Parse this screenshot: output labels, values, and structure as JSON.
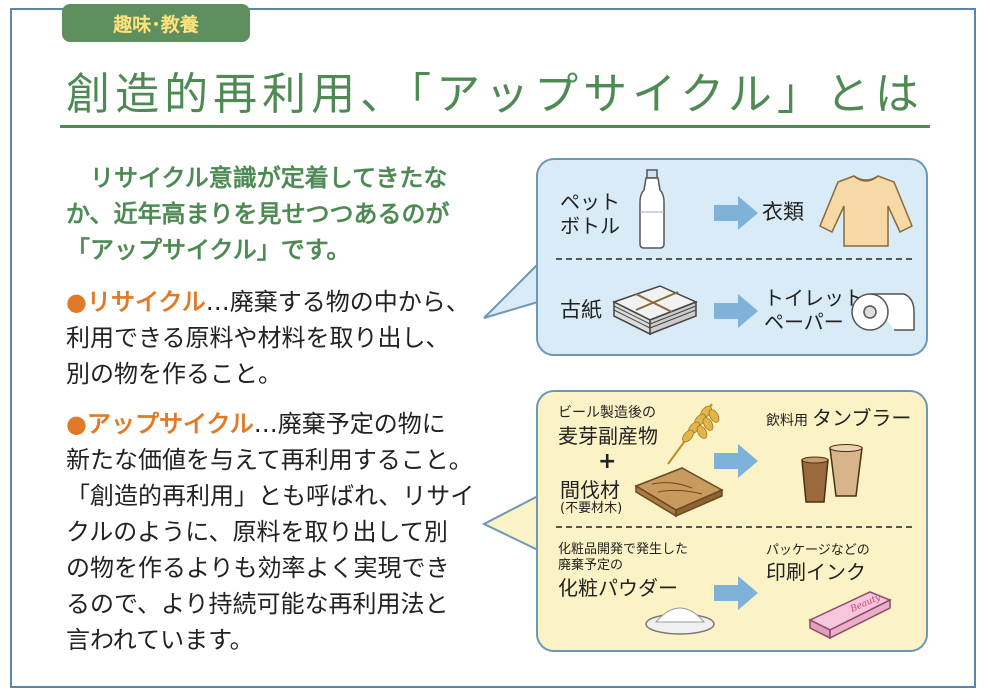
{
  "header": {
    "category": "趣味･教養",
    "title": "創造的再利用、「アップサイクル」とは"
  },
  "intro": {
    "lines": [
      "　リサイクル意識が定着してきたな",
      "か、近年高まりを見せつつあるのが",
      "「アップサイクル」です。"
    ]
  },
  "recycle": {
    "term": "●リサイクル",
    "line1_rest": "…廃棄する物の中から、",
    "line2": "利用できる原料や材料を取り出し、",
    "line3": "別の物を作ること。"
  },
  "upcycle": {
    "term": "●アップサイクル",
    "line1_rest": "…廃棄予定の物に",
    "line2": "新たな価値を与えて再利用すること。",
    "line3": "「創造的再利用」とも呼ばれ、リサイ",
    "line4": "クルのように、原料を取り出して別",
    "line5": "の物を作るよりも効率よく実現でき",
    "line6": "るので、より持続可能な再利用法と",
    "line7": "言われています。"
  },
  "recycle_examples": {
    "pet_line1": "ペット",
    "pet_line2": "ボトル",
    "clothes": "衣類",
    "paper": "古紙",
    "toilet_line1": "トイレット",
    "toilet_line2": "ペーパー"
  },
  "upcycle_examples": {
    "beer_small": "ビール製造後の",
    "malt": "麦芽副産物",
    "plus": "+",
    "thinning": "間伐材",
    "thinning_note": "(不要材木)",
    "drink_small": "飲料用",
    "tumbler": "タンブラー",
    "cosme_small1": "化粧品開発で発生した",
    "cosme_small2": "廃棄予定の",
    "powder": "化粧パウダー",
    "package_small": "パッケージなどの",
    "ink": "印刷インク",
    "box_text": "Beauty"
  },
  "colors": {
    "green": "#4f8a55",
    "orange": "#e07a28",
    "tab_text": "#ffe27a",
    "arrow": "#7fb2d8"
  }
}
